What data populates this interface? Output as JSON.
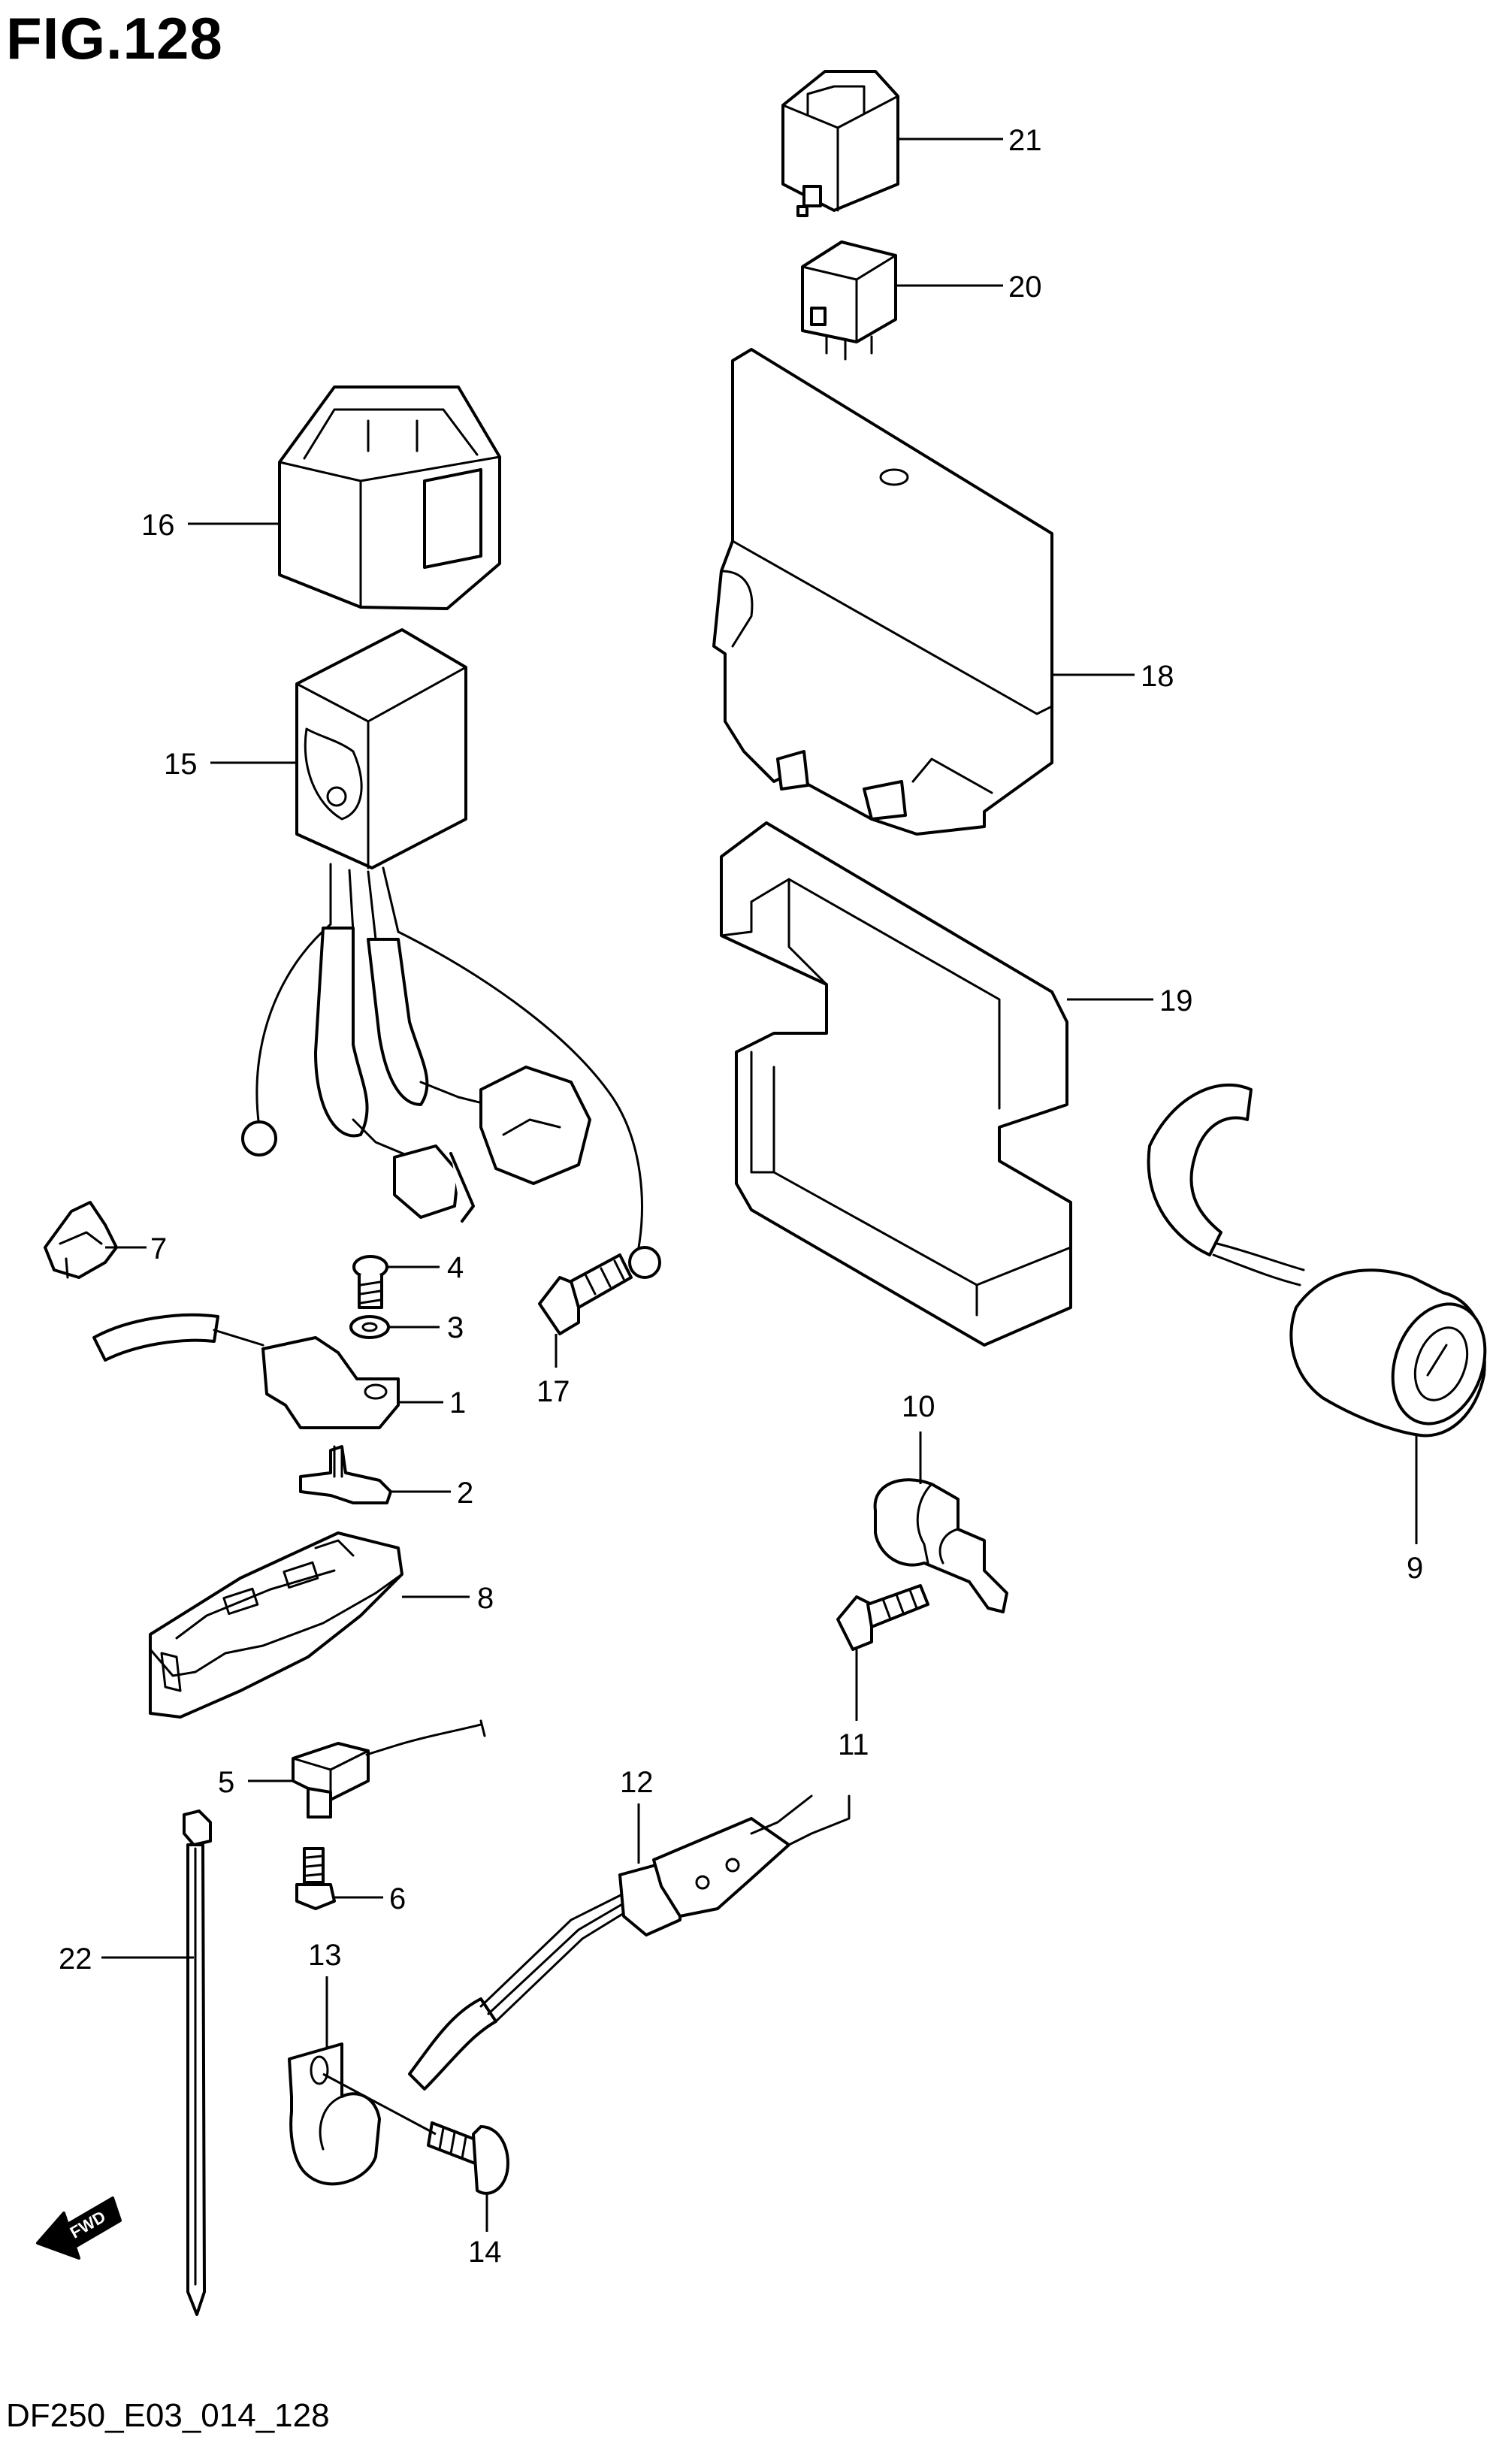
{
  "figure": {
    "title": "FIG.128",
    "code": "DF250_E03_014_128"
  },
  "direction_marker": "FWD",
  "callouts": [
    "1",
    "2",
    "3",
    "4",
    "5",
    "6",
    "7",
    "8",
    "9",
    "10",
    "11",
    "12",
    "13",
    "14",
    "15",
    "16",
    "17",
    "18",
    "19",
    "20",
    "21",
    "22"
  ]
}
